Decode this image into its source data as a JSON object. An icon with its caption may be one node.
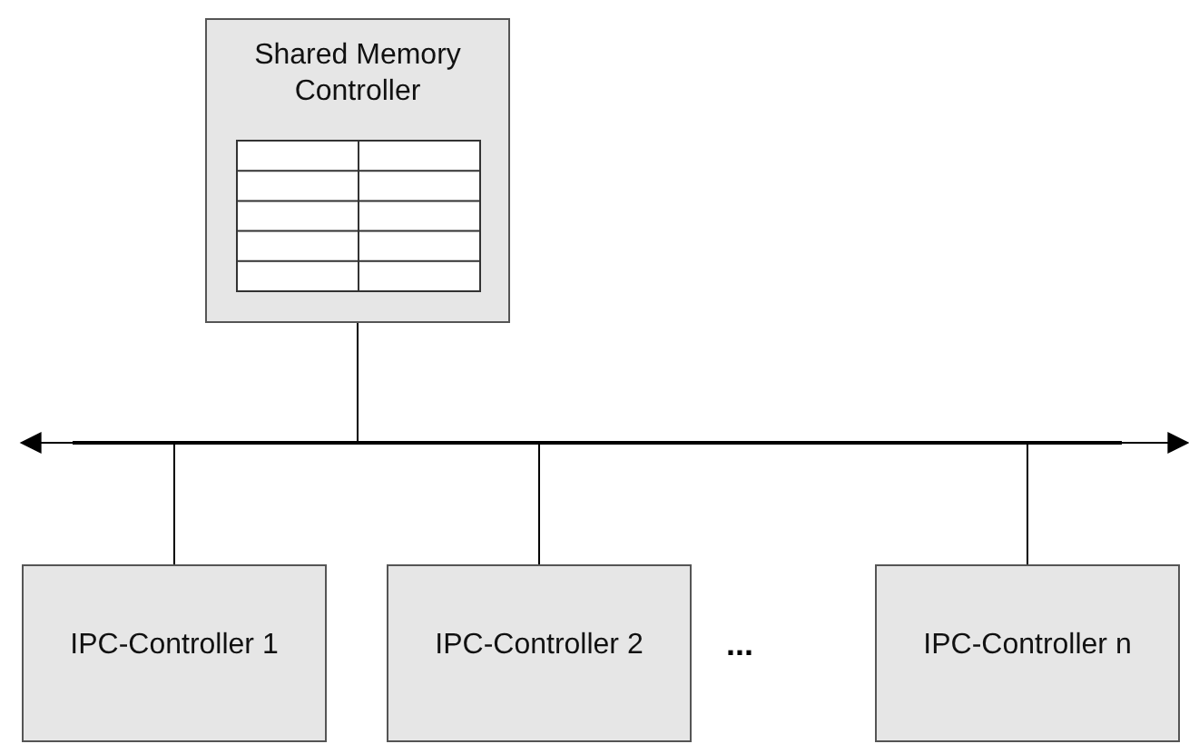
{
  "diagram": {
    "nodes": [
      {
        "text": [
          "Shared Memory Controller"
        ]
      },
      {
        "text": [],
        "shape": "bar"
      },
      {
        "text": [
          "IPC-Controller 1"
        ]
      },
      {
        "text": [
          "IPC-Controller 2"
        ]
      },
      {
        "text": [
          "IPC-Controller n"
        ]
      }
    ],
    "edges": [
      {
        "from": 0,
        "to": 1,
        "arrow": "none"
      },
      {
        "from": 1,
        "to": 2,
        "arrow": "none"
      },
      {
        "from": 1,
        "to": 3,
        "arrow": "none"
      },
      {
        "from": 1,
        "to": 4,
        "arrow": "none"
      },
      {
        "from": 1,
        "to": null,
        "arrow": "to"
      },
      {
        "from": 1,
        "to": null,
        "arrow": "to"
      }
    ],
    "labels": [
      "..."
    ]
  }
}
